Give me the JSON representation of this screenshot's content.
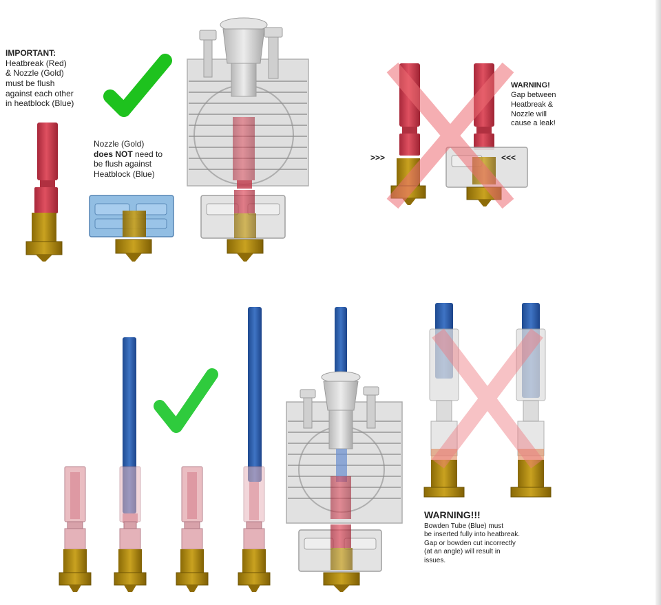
{
  "top": {
    "important": {
      "heading": "IMPORTANT:",
      "lines": [
        "Heatbreak (Red)",
        "& Nozzle (Gold)",
        "must be flush",
        "against each other",
        "in heatblock (Blue)"
      ]
    },
    "nozzle_note": {
      "line1": "Nozzle (Gold)",
      "bold": "does NOT",
      "line2_rest": " need to",
      "line3": "be flush against",
      "line4": "Heatblock (Blue)"
    },
    "warning": {
      "heading": "WARNING!",
      "lines": [
        "Gap between",
        "Heatbreak &",
        "Nozzle will",
        "cause a leak!"
      ]
    },
    "arrow_left": ">>>",
    "arrow_right": "<<<"
  },
  "bottom": {
    "warning": {
      "heading": "WARNING!!!",
      "lines": [
        "Bowden Tube (Blue) must",
        "be inserted fully into heatbreak.",
        "Gap or bowden cut incorrectly",
        "(at an angle) will result in",
        "issues."
      ]
    }
  },
  "colors": {
    "heatbreak_red": "#d2404e",
    "nozzle_gold": "#b8900c",
    "heatblock_blue": "#7fb2dc",
    "bowden_blue": "#2d5fae",
    "check_green": "#22c22a",
    "cross_red": "#f08a8f",
    "metal_gray": "#c9c9c9"
  }
}
